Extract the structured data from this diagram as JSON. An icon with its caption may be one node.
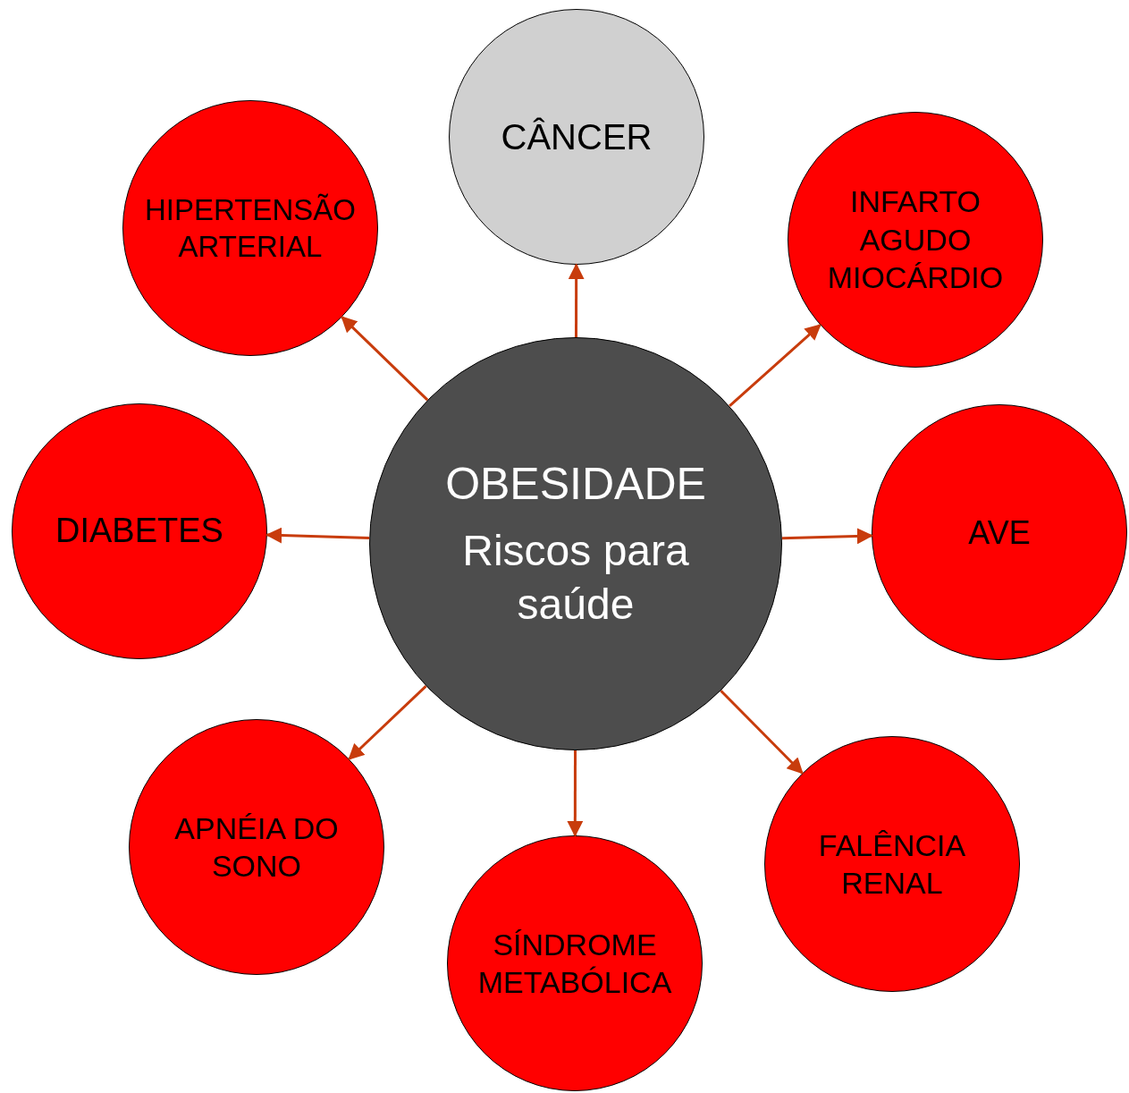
{
  "diagram": {
    "nodes": [
      {
        "text": [
          "OBESIDADE",
          "Riscos para saúde"
        ]
      },
      {
        "text": [
          "CÂNCER"
        ]
      },
      {
        "text": [
          "HIPERTENSÃO ARTERIAL"
        ]
      },
      {
        "text": [
          "INFARTO AGUDO MIOCÁRDIO"
        ]
      },
      {
        "text": [
          "DIABETES"
        ]
      },
      {
        "text": [
          "AVE"
        ]
      },
      {
        "text": [
          "APNÉIA DO SONO"
        ]
      },
      {
        "text": [
          "SÍNDROME METABÓLICA"
        ]
      },
      {
        "text": [
          "FALÊNCIA RENAL"
        ]
      }
    ],
    "edges": [
      {
        "from": 0,
        "to": 1,
        "arrow": "to"
      },
      {
        "from": 0,
        "to": 2,
        "arrow": "to"
      },
      {
        "from": 0,
        "to": 3,
        "arrow": "to"
      },
      {
        "from": 0,
        "to": 4,
        "arrow": "to"
      },
      {
        "from": 0,
        "to": 5,
        "arrow": "to"
      },
      {
        "from": 0,
        "to": 6,
        "arrow": "to"
      },
      {
        "from": 0,
        "to": 7,
        "arrow": "to"
      },
      {
        "from": 0,
        "to": 8,
        "arrow": "to"
      }
    ]
  }
}
